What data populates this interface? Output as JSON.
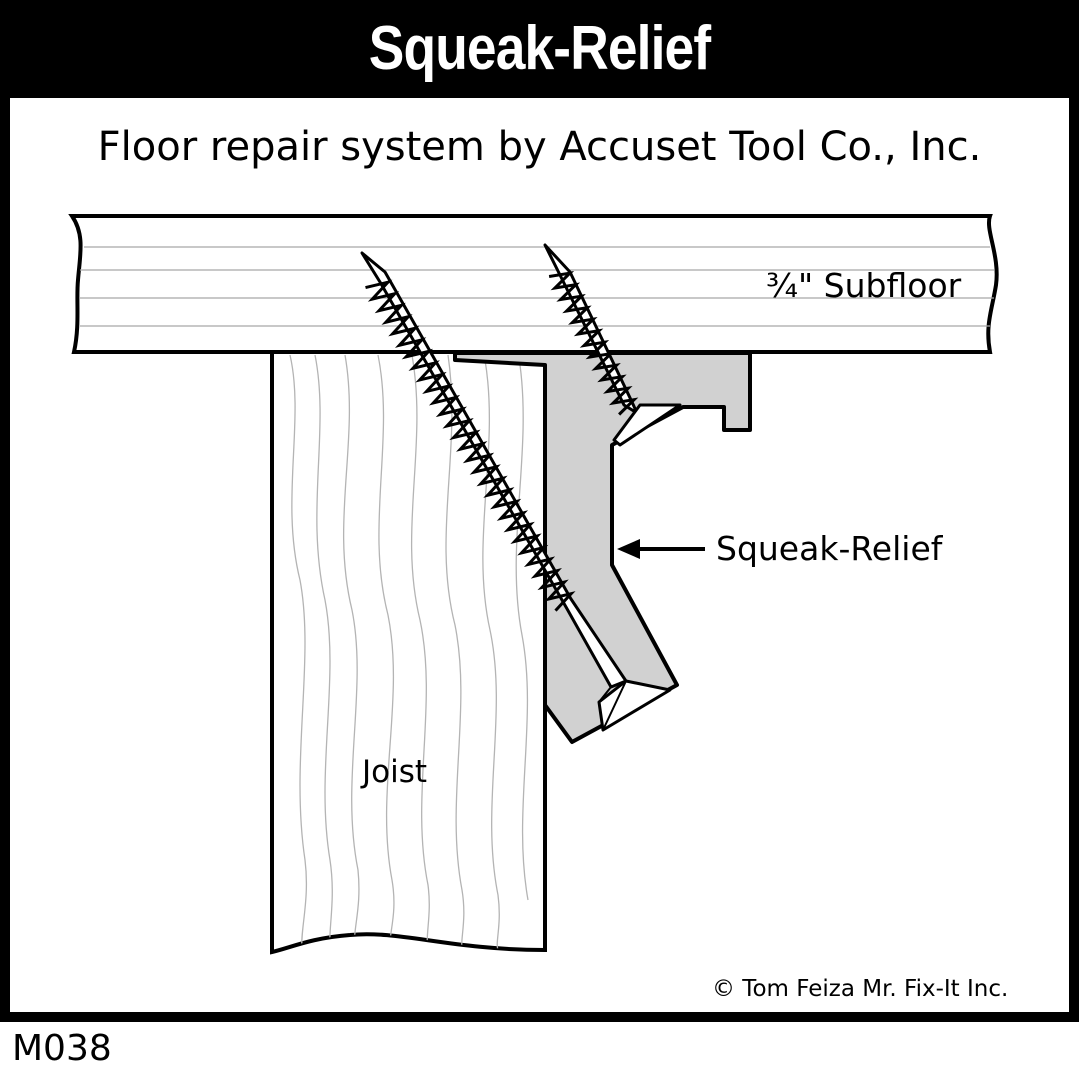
{
  "title": "Squeak-Relief",
  "subtitle": "Floor repair system by Accuset Tool Co., Inc.",
  "labels": {
    "subfloor": "¾\" Subfloor",
    "bracket": "Squeak-Relief",
    "joist": "Joist"
  },
  "copyright": "© Tom Feiza Mr. Fix-It Inc.",
  "code": "M038",
  "colors": {
    "frame": "#000000",
    "bracket_fill": "#d1d1d1",
    "grain": "#b4b4b4",
    "line": "#000000"
  }
}
